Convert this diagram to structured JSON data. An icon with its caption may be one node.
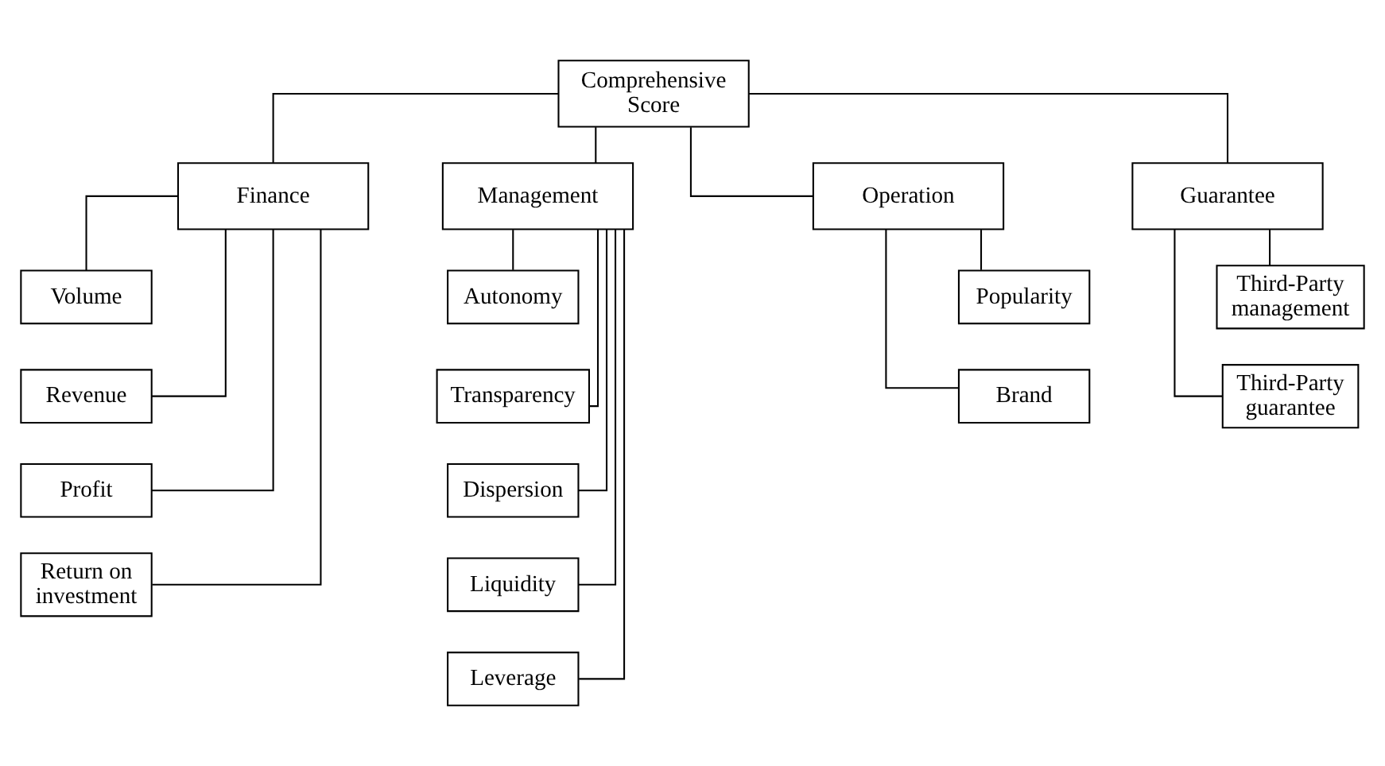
{
  "diagram": {
    "nodes": [
      {
        "text": [
          "Comprehensive Score"
        ]
      },
      {
        "text": [
          "Finance"
        ]
      },
      {
        "text": [
          "Management"
        ]
      },
      {
        "text": [
          "Operation"
        ]
      },
      {
        "text": [
          "Guarantee"
        ]
      },
      {
        "text": [
          "Volume"
        ]
      },
      {
        "text": [
          "Revenue"
        ]
      },
      {
        "text": [
          "Profit"
        ]
      },
      {
        "text": [
          "Return on investment"
        ]
      },
      {
        "text": [
          "Autonomy"
        ]
      },
      {
        "text": [
          "Transparency"
        ]
      },
      {
        "text": [
          "Dispersion"
        ]
      },
      {
        "text": [
          "Liquidity"
        ]
      },
      {
        "text": [
          "Leverage"
        ]
      },
      {
        "text": [
          "Popularity"
        ]
      },
      {
        "text": [
          "Brand"
        ]
      },
      {
        "text": [
          "Third-Party management"
        ]
      },
      {
        "text": [
          "Third-Party guarantee"
        ]
      }
    ],
    "edges": [
      {
        "from": 0,
        "to": 1,
        "arrow": "none"
      },
      {
        "from": 0,
        "to": 2,
        "arrow": "none"
      },
      {
        "from": 0,
        "to": 3,
        "arrow": "none"
      },
      {
        "from": 0,
        "to": 4,
        "arrow": "none"
      },
      {
        "from": 1,
        "to": 5,
        "arrow": "none"
      },
      {
        "from": 1,
        "to": 6,
        "arrow": "none"
      },
      {
        "from": 1,
        "to": 7,
        "arrow": "none"
      },
      {
        "from": 1,
        "to": 8,
        "arrow": "none"
      },
      {
        "from": 2,
        "to": 9,
        "arrow": "none"
      },
      {
        "from": 2,
        "to": 10,
        "arrow": "none"
      },
      {
        "from": 2,
        "to": 11,
        "arrow": "none"
      },
      {
        "from": 2,
        "to": 12,
        "arrow": "none"
      },
      {
        "from": 2,
        "to": 13,
        "arrow": "none"
      },
      {
        "from": 3,
        "to": 14,
        "arrow": "none"
      },
      {
        "from": 3,
        "to": 15,
        "arrow": "none"
      },
      {
        "from": 4,
        "to": 16,
        "arrow": "none"
      },
      {
        "from": 4,
        "to": 17,
        "arrow": "none"
      }
    ]
  }
}
